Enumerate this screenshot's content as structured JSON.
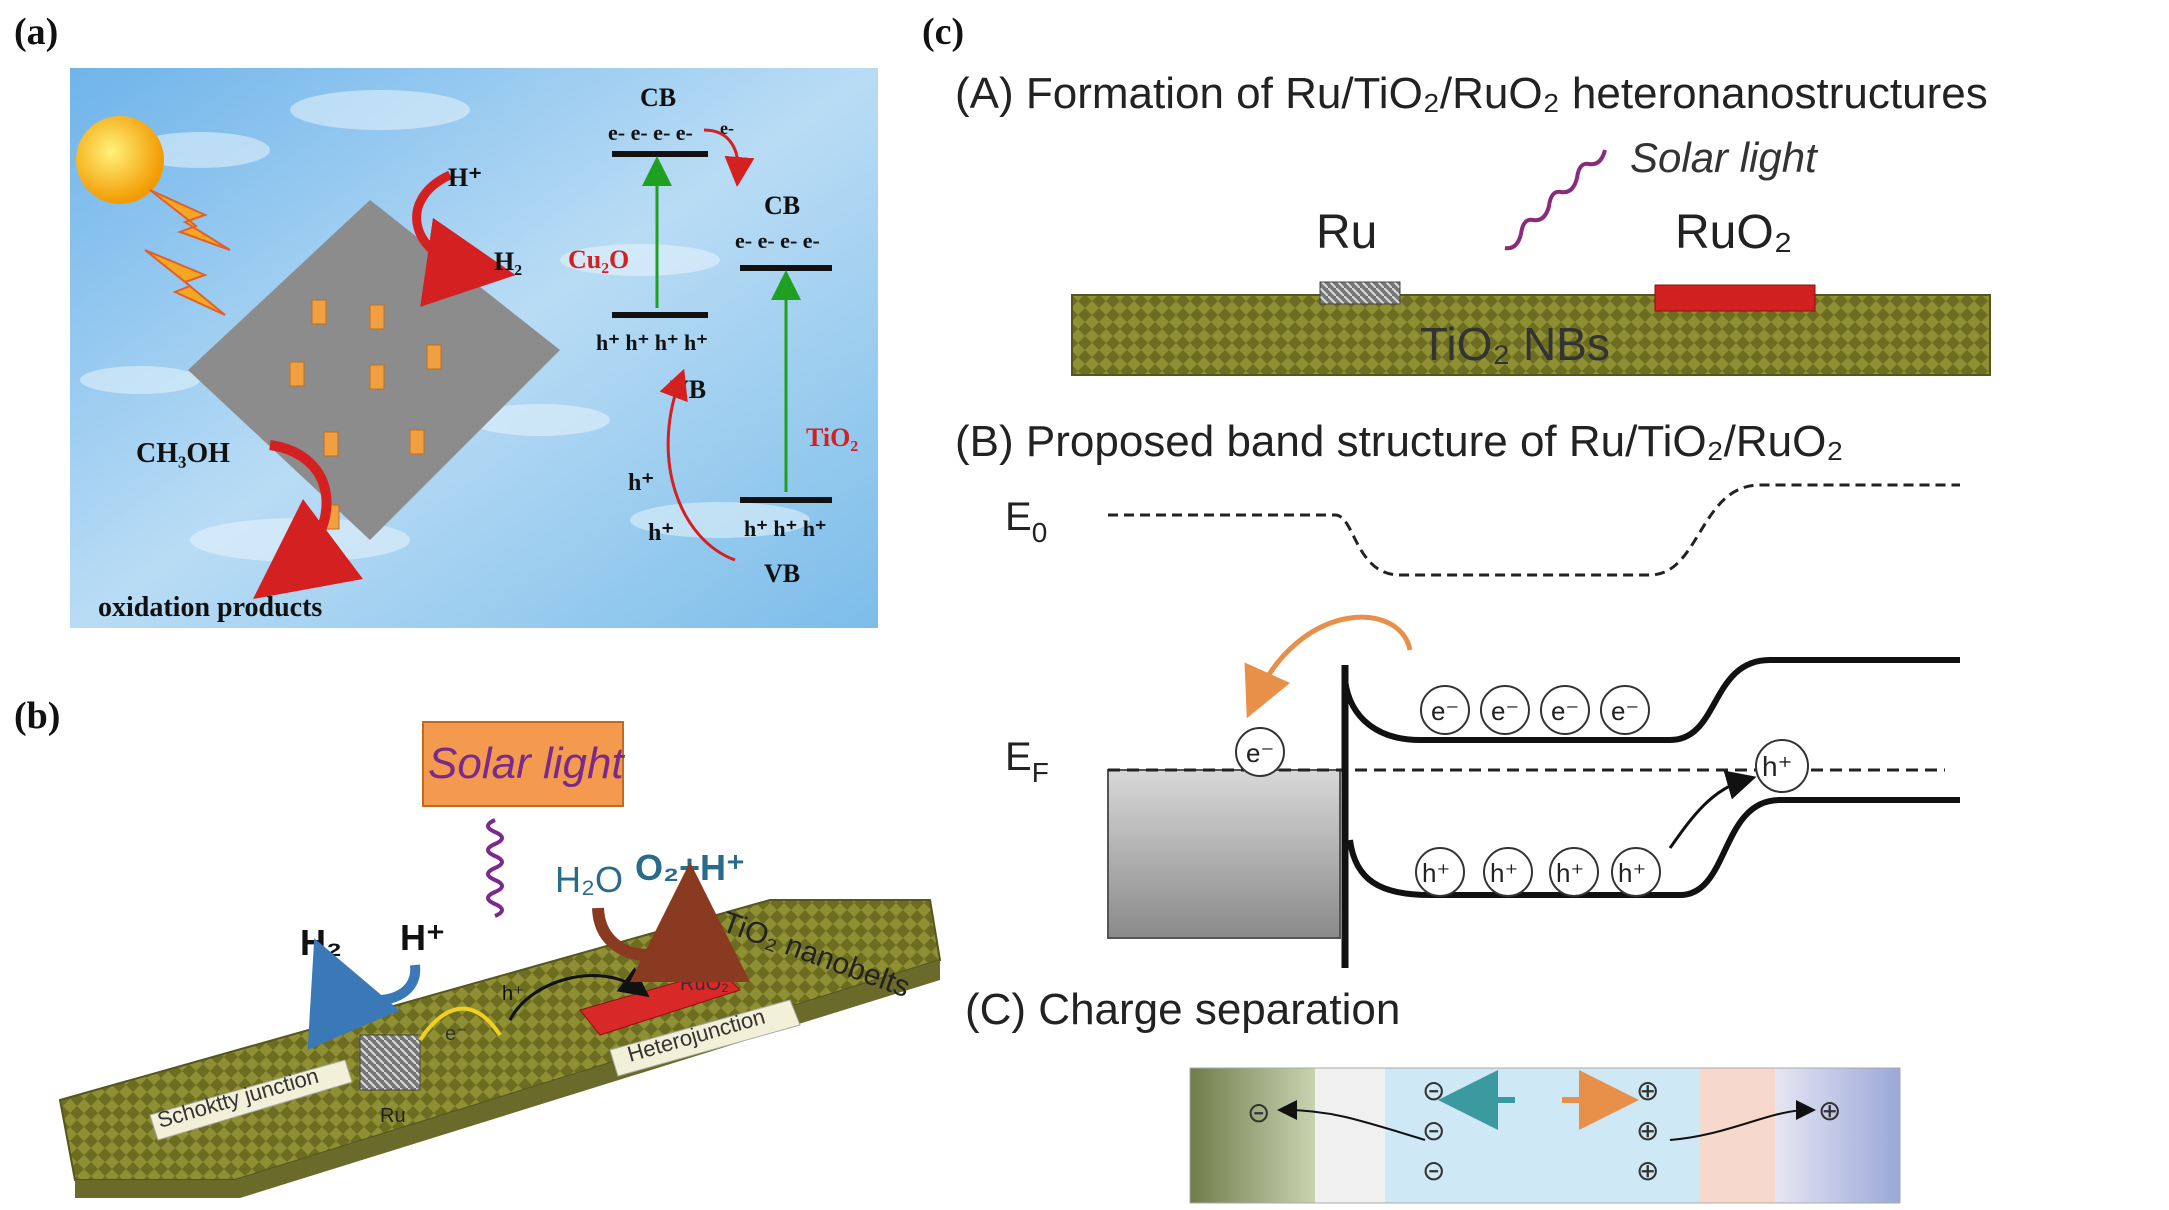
{
  "panels": {
    "a": {
      "label": "(a)",
      "h_plus": "H⁺",
      "h2": "H₂",
      "ch3oh": "CH₃OH",
      "oxidation_products": "oxidation products",
      "cu2o_label": "Cu₂O",
      "tio2_label": "TiO₂",
      "cb": "CB",
      "vb": "VB",
      "electrons_cu2o": "e- e- e- e-",
      "electrons_tio2": "e- e- e- e-",
      "holes_cu2o": "h⁺ h⁺ h⁺ h⁺",
      "holes_tio2": "h⁺ h⁺ h⁺",
      "hole": "h⁺",
      "electron_small": "e-",
      "colors": {
        "sky": "#8fc8ee",
        "plate": "#8c8c8c",
        "cube": "#f0a040",
        "arrow_red": "#d42020",
        "arrow_green": "#20a020",
        "sun": "#f2b400"
      }
    },
    "b": {
      "label": "(b)",
      "solar_light": "Solar light",
      "h2": "H₂",
      "h_plus": "H⁺",
      "h2o": "H₂O",
      "o2_h": "O₂+H⁺",
      "tio2_nanobelts": "TiO₂ nanobelts",
      "schottky": "Schoktty junction",
      "heterojunction": "Heterojunction",
      "ru": "Ru",
      "ruo2": "RuO₂",
      "h_label": "h⁺",
      "e_label": "e⁻",
      "colors": {
        "box": "#f39a4e",
        "belt": "#8c8a3a",
        "ruo2": "#d82828",
        "blue": "#3a78b8",
        "brown": "#8a3a20"
      }
    },
    "c": {
      "label": "(c)",
      "title_a": "(A) Formation of Ru/TiO₂/RuO₂ heteronanostructures",
      "solar_light": "Solar light",
      "ru": "Ru",
      "ruo2": "RuO₂",
      "tio2_nbs": "TiO₂ NBs",
      "title_b": "(B) Proposed  band structure  of Ru/TiO₂/RuO₂",
      "e0": "E₀",
      "ef": "E_F",
      "ef_main": "E",
      "ef_sub": "F",
      "e0_main": "E",
      "e0_sub": "0",
      "e_minus": "e⁻",
      "h_plus": "h⁺",
      "title_c": "(C)  Charge separation",
      "minus": "⊝",
      "plus": "⊕",
      "colors": {
        "belt": "#8a8a30",
        "ruo2": "#d02020",
        "arrow_orange": "#e8904a",
        "arrow_teal": "#3a9aa0",
        "metal_grad": "#a0a0a0"
      }
    }
  }
}
